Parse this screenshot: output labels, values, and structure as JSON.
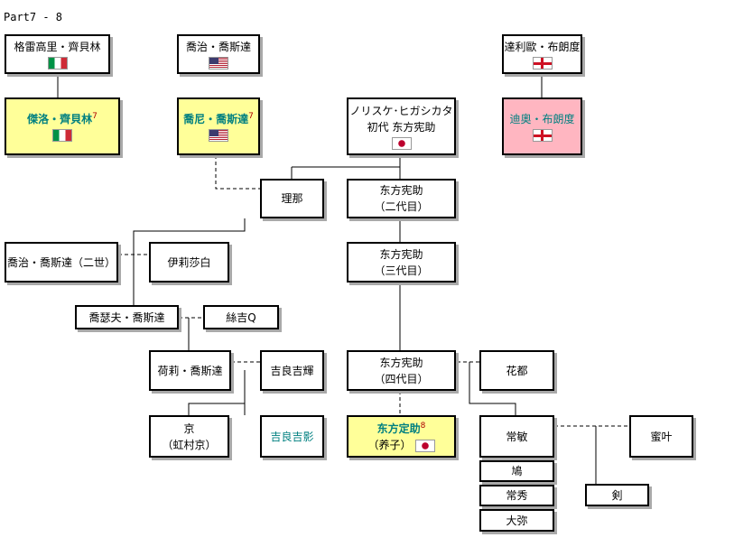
{
  "caption": "Part7 - 8",
  "people": {
    "gregorio": {
      "name": "格雷高里・齊貝林",
      "flag": "italy-flag-icon"
    },
    "gyro": {
      "name": "傑洛・齊貝林",
      "sup": "7",
      "flag": "italy-flag-icon"
    },
    "george_joestar": {
      "name": "喬治・喬斯達",
      "flag": "usa-flag-icon"
    },
    "johnny": {
      "name": "喬尼・喬斯達",
      "sup": "7",
      "flag": "usa-flag-icon"
    },
    "dario": {
      "name": "達利歐・布朗度",
      "flag": "england-flag-icon"
    },
    "diego": {
      "name": "迪奧・布朗度",
      "flag": "england-flag-icon"
    },
    "norisuke1": {
      "line1": "ノリスケ･ヒガシカタ",
      "line2": "初代 东方宪助",
      "flag": "japan-flag-icon"
    },
    "rina": {
      "name": "理那"
    },
    "norisuke2": {
      "line1": "东方宪助",
      "line2": "（二代目）"
    },
    "george2": {
      "name": "喬治・喬斯達（二世）"
    },
    "elizabeth": {
      "name": "伊莉莎白"
    },
    "norisuke3": {
      "line1": "东方宪助",
      "line2": "（三代目）"
    },
    "joseph": {
      "name": "喬瑟夫・喬斯達"
    },
    "suzi": {
      "name": "絲吉Q"
    },
    "holy": {
      "name": "荷莉・喬斯達"
    },
    "kira_yoshiteru": {
      "name": "吉良吉輝"
    },
    "norisuke4": {
      "line1": "东方宪助",
      "line2": "（四代目）"
    },
    "kato": {
      "name": "花都"
    },
    "kyo": {
      "line1": "京",
      "line2": "（虹村京）"
    },
    "kira_yoshikage": {
      "name": "吉良吉影"
    },
    "josuke": {
      "name": "东方定助",
      "sup": "8",
      "line2": "（养子）",
      "flag": "japan-flag-icon"
    },
    "joshu": {
      "name": "常敏"
    },
    "mitsuba": {
      "name": "蜜叶"
    },
    "hato": {
      "name": "鳩"
    },
    "joshu2": {
      "name": "常秀"
    },
    "daiya": {
      "name": "大弥"
    },
    "tsurugi": {
      "name": "剣"
    }
  },
  "colors": {
    "protagonist_bg": "#ffff99",
    "antagonist_bg": "#ffb6c1",
    "highlight_text": "#008080",
    "line": "#000000"
  }
}
